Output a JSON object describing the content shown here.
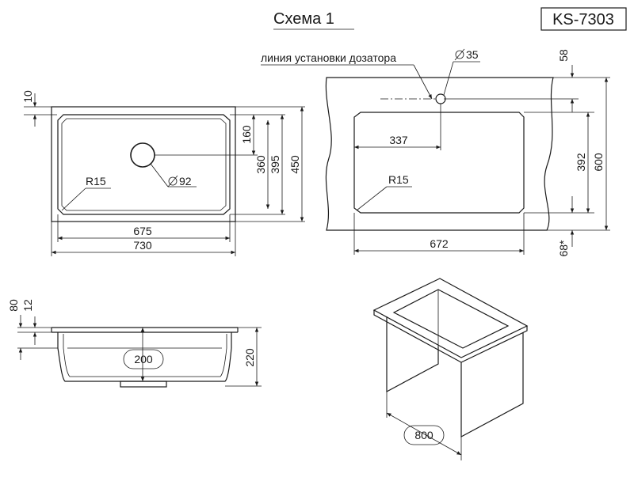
{
  "header": {
    "title": "Схема 1",
    "model": "KS-7303"
  },
  "top_view": {
    "labels": {
      "depth_top": "10",
      "height_160": "160",
      "height_360": "360",
      "height_395": "395",
      "height_450": "450",
      "radius": "R15",
      "drain_diameter": "92",
      "width_inner": "675",
      "width_outer": "730"
    }
  },
  "cutout_view": {
    "labels": {
      "dispenser_line": "линия установки дозатора",
      "dispenser_hole": "35",
      "offset_58": "58",
      "offset_337": "337",
      "height_392": "392",
      "height_600": "600",
      "radius": "R15",
      "width_672": "672",
      "offset_68": "68*"
    }
  },
  "section_view": {
    "labels": {
      "rim_80": "80",
      "rim_12": "12",
      "drain_200": "200",
      "depth_220": "220"
    }
  },
  "iso_view": {
    "labels": {
      "cabinet_800": "800"
    }
  }
}
